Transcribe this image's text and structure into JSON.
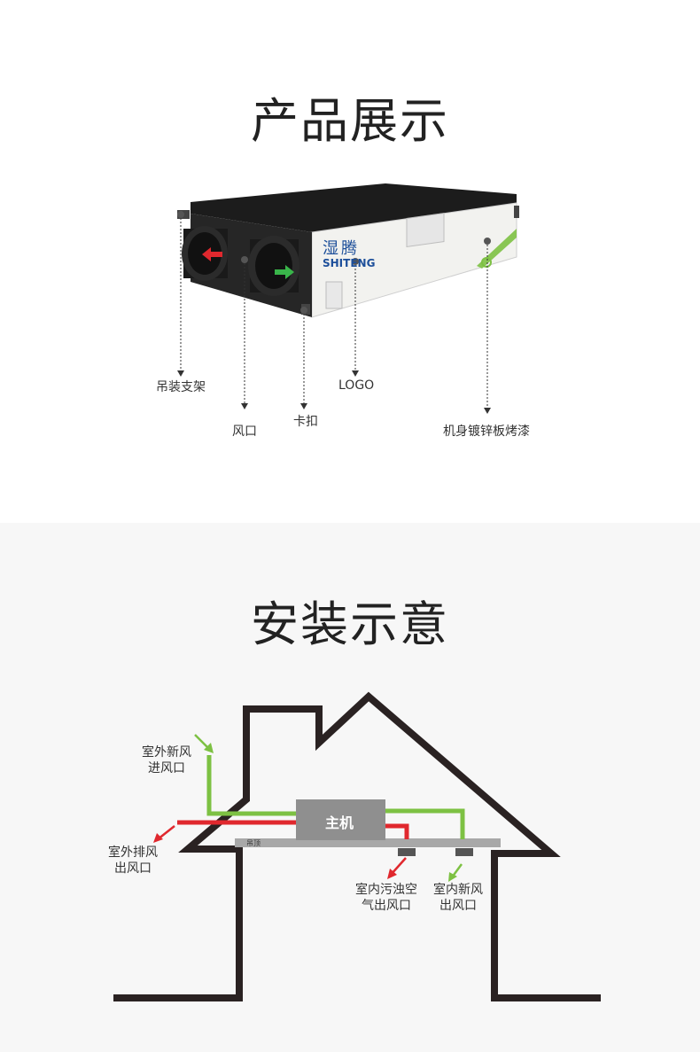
{
  "product_section": {
    "title": "产品展示",
    "brand_cn": "湿腾",
    "brand_en": "SHITENG",
    "callouts": {
      "hanger": "吊装支架",
      "vent": "风口",
      "buckle": "卡扣",
      "logo": "LOGO",
      "body": "机身镀锌板烤漆"
    }
  },
  "install_section": {
    "title": "安装示意",
    "main_unit": "主机",
    "ceiling": "吊顶",
    "outdoor_fresh_in": [
      "室外新风",
      "进风口"
    ],
    "outdoor_exhaust_out": [
      "室外排风",
      "出风口"
    ],
    "indoor_dirty_out": [
      "室内污浊空",
      "气出风口"
    ],
    "indoor_fresh_out": [
      "室内新风",
      "出风口"
    ]
  },
  "colors": {
    "fresh_air": "#7dc143",
    "exhaust_air": "#e0282e",
    "house_outline": "#2a2222",
    "unit_gray": "#8f8f8f",
    "unit_body": "#f2f2ef"
  }
}
